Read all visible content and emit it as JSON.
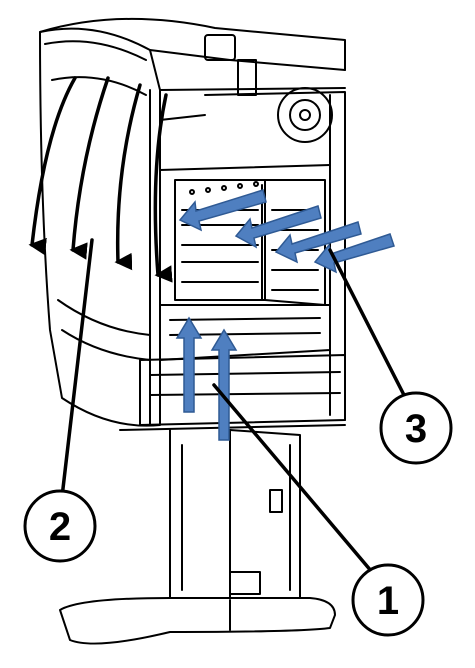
{
  "callouts": [
    {
      "label": "1"
    },
    {
      "label": "2"
    },
    {
      "label": "3"
    }
  ],
  "colors": {
    "arrow_fill": "#4f7fc0",
    "arrow_stroke": "#2f5a94",
    "line": "#000000",
    "background": "#ffffff"
  },
  "icons": {
    "stove": "stove-cutaway-icon",
    "primary_air": "primary-air-arrow-icon",
    "convection": "convection-airflow-arrow-icon",
    "secondary_air": "secondary-air-arrow-icon"
  }
}
